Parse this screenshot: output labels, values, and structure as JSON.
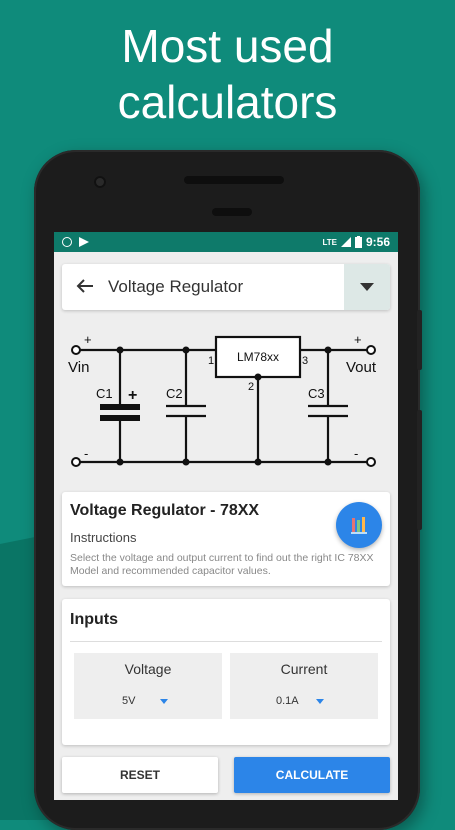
{
  "headline": [
    "Most used",
    "calculators"
  ],
  "status": {
    "time": "9:56",
    "network": "LTE"
  },
  "toolbar": {
    "title": "Voltage Regulator"
  },
  "circuit": {
    "ic": "LM78xx",
    "pin1": "1",
    "pin2": "2",
    "pin3": "3",
    "vin": "Vin",
    "vout": "Vout",
    "c1": "C1",
    "c2": "C2",
    "c3": "C3",
    "plus": "+",
    "minus": "-"
  },
  "info": {
    "title": "Voltage Regulator - 78XX",
    "subtitle": "Instructions",
    "description": "Select the voltage and output current to find out the right IC 78XX Model and recommended capacitor values."
  },
  "inputs": {
    "title": "Inputs",
    "voltage": {
      "label": "Voltage",
      "value": "5V"
    },
    "current": {
      "label": "Current",
      "value": "0.1A"
    }
  },
  "buttons": {
    "reset": "RESET",
    "calculate": "CALCULATE"
  },
  "colors": {
    "background": "#0f8b7b",
    "accent": "#2c85e8",
    "statusbar": "#0e7a6a"
  }
}
